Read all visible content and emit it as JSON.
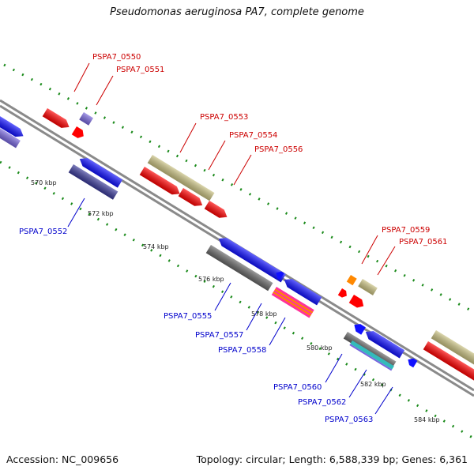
{
  "title": "Pseudomonas aeruginosa PA7, complete genome",
  "footer": {
    "accession": "Accession: NC_009656",
    "summary": "Topology: circular; Length: 6,588,339 bp; Genes: 6,361"
  },
  "ticks": [
    "570 kbp",
    "572 kbp",
    "574 kbp",
    "576 kbp",
    "578 kbp",
    "580 kbp",
    "582 kbp",
    "584 kbp"
  ],
  "labels": [
    {
      "text": "PSPA7_0550",
      "color": "#cc0000"
    },
    {
      "text": "PSPA7_0551",
      "color": "#cc0000"
    },
    {
      "text": "PSPA7_0553",
      "color": "#cc0000"
    },
    {
      "text": "PSPA7_0554",
      "color": "#cc0000"
    },
    {
      "text": "PSPA7_0556",
      "color": "#cc0000"
    },
    {
      "text": "PSPA7_0559",
      "color": "#cc0000"
    },
    {
      "text": "PSPA7_0561",
      "color": "#cc0000"
    },
    {
      "text": "PSPA7_0552",
      "color": "#0000cc"
    },
    {
      "text": "PSPA7_0555",
      "color": "#0000cc"
    },
    {
      "text": "PSPA7_0557",
      "color": "#0000cc"
    },
    {
      "text": "PSPA7_0558",
      "color": "#0000cc"
    },
    {
      "text": "PSPA7_0560",
      "color": "#0000cc"
    },
    {
      "text": "PSPA7_0562",
      "color": "#0000cc"
    },
    {
      "text": "PSPA7_0563",
      "color": "#0000cc"
    }
  ],
  "colors": {
    "backbone": "#8a8a8a",
    "tick_dots": "#1a8a1a",
    "forward_cds": "#ff0000",
    "reverse_cds": "#1010ff",
    "khaki": "#c8c080",
    "purple": "#7766dd",
    "dark_purple": "#3a3a99",
    "grey": "#666666",
    "orange": "#ff8800",
    "pink": "#ff3399",
    "cyan": "#33bbbb"
  }
}
